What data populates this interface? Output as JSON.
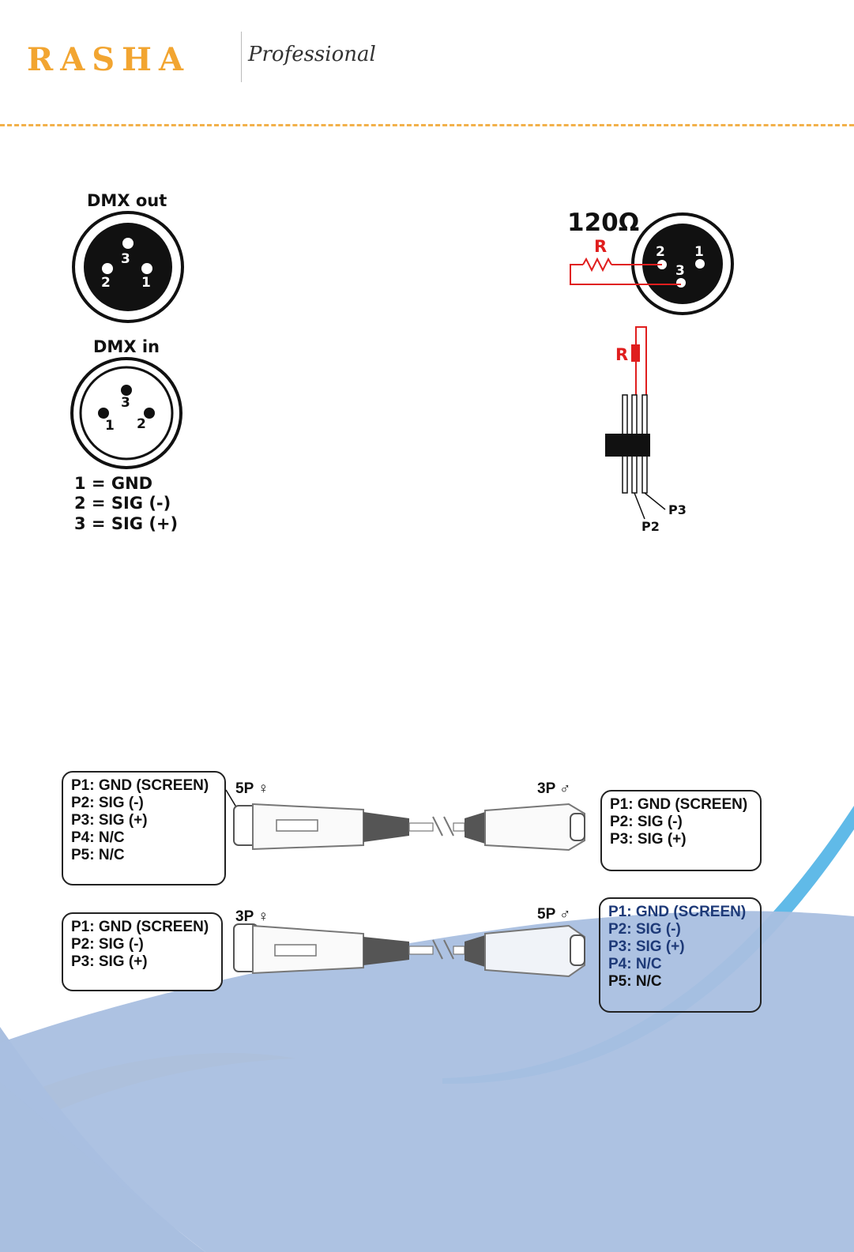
{
  "header": {
    "brand": "RASHA",
    "subtitle": "Professional",
    "accent_color": "#f2a531"
  },
  "dmx_pinout": {
    "out_label": "DMX out",
    "in_label": "DMX in",
    "out_pins": [
      "3",
      "2",
      "1"
    ],
    "in_pins": [
      "3",
      "1",
      "2"
    ],
    "legend": [
      "1 = GND",
      "2 = SIG (-)",
      "3 = SIG (+)"
    ]
  },
  "terminator": {
    "resistance_label": "120Ω",
    "resistor_label": "R",
    "pins": [
      "2",
      "1",
      "3"
    ],
    "header_resistor_label": "R",
    "pin_tags": [
      "P3",
      "P2"
    ],
    "resistor_color": "#e01e1e"
  },
  "adapters": [
    {
      "left_tag": "5P ♀",
      "right_tag": "3P ♂",
      "left_lines": [
        "P1: GND (SCREEN)",
        "P2: SIG (-)",
        "P3: SIG (+)",
        "P4: N/C",
        "P5: N/C"
      ],
      "right_lines": [
        "P1: GND (SCREEN)",
        "P2: SIG (-)",
        "P3: SIG (+)"
      ]
    },
    {
      "left_tag": "3P ♀",
      "right_tag": "5P ♂",
      "left_lines": [
        "P1: GND (SCREEN)",
        "P2: SIG (-)",
        "P3: SIG (+)"
      ],
      "right_lines": [
        "P1: GND (SCREEN)",
        "P2: SIG (-)",
        "P3: SIG (+)",
        "P4: N/C",
        "P5: N/C"
      ]
    }
  ],
  "decor": {
    "wave_blue": "#a9bfe0",
    "wave_light_blue": "#4fb3e6",
    "wave_orange": "#f5c27a"
  }
}
